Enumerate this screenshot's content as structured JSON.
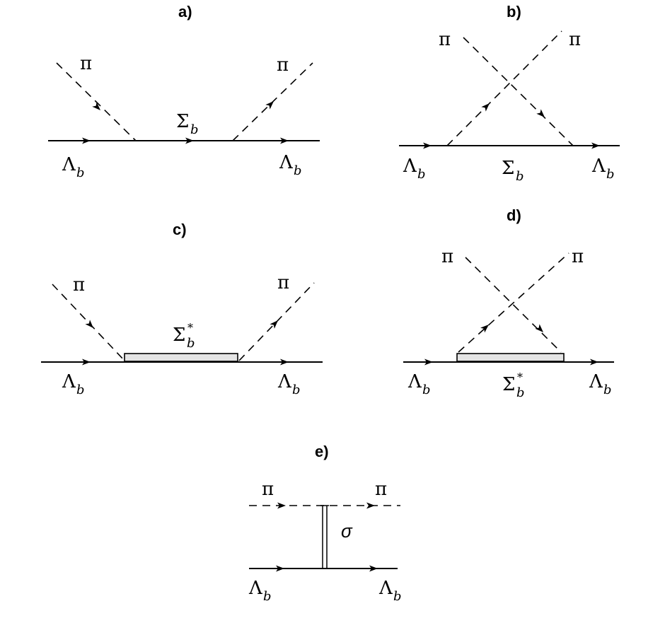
{
  "panels": {
    "a": {
      "label": "a)",
      "pion_in": "π",
      "pion_out": "π",
      "intermediate_main": "Σ",
      "intermediate_sub": "b",
      "baryon_in_main": "Λ",
      "baryon_in_sub": "b",
      "baryon_out_main": "Λ",
      "baryon_out_sub": "b"
    },
    "b": {
      "label": "b)",
      "pion_in": "π",
      "pion_out": "π",
      "intermediate_main": "Σ",
      "intermediate_sub": "b",
      "baryon_in_main": "Λ",
      "baryon_in_sub": "b",
      "baryon_out_main": "Λ",
      "baryon_out_sub": "b"
    },
    "c": {
      "label": "c)",
      "pion_in": "π",
      "pion_out": "π",
      "intermediate_main": "Σ",
      "intermediate_sub": "b",
      "intermediate_sup": "*",
      "baryon_in_main": "Λ",
      "baryon_in_sub": "b",
      "baryon_out_main": "Λ",
      "baryon_out_sub": "b"
    },
    "d": {
      "label": "d)",
      "pion_in": "π",
      "pion_out": "π",
      "intermediate_main": "Σ",
      "intermediate_sub": "b",
      "intermediate_sup": "*",
      "baryon_in_main": "Λ",
      "baryon_in_sub": "b",
      "baryon_out_main": "Λ",
      "baryon_out_sub": "b"
    },
    "e": {
      "label": "e)",
      "pion_in": "π",
      "pion_out": "π",
      "exchange": "σ",
      "baryon_in_main": "Λ",
      "baryon_in_sub": "b",
      "baryon_out_main": "Λ",
      "baryon_out_sub": "b"
    }
  }
}
